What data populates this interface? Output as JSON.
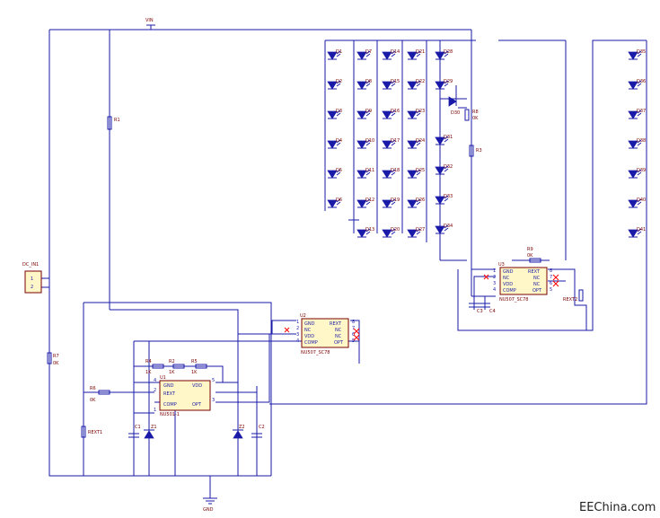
{
  "power": {
    "vin": "VIN",
    "gnd": "GND"
  },
  "connector": {
    "name": "DC_IN1",
    "pins": [
      "1",
      "2"
    ]
  },
  "resistors": {
    "r1": "R1",
    "r3": "R3",
    "r2": {
      "ref": "R2",
      "value": "1K"
    },
    "r4": {
      "ref": "R4",
      "value": "1K"
    },
    "r5": {
      "ref": "R5",
      "value": "1K"
    },
    "r6": {
      "ref": "R6",
      "value": "0K"
    },
    "r7": {
      "ref": "R7",
      "value": "0K"
    },
    "r8": {
      "ref": "R8",
      "value": "0K"
    },
    "r9": {
      "ref": "R9",
      "value": "0K"
    },
    "rext1": "REXT1",
    "rext2": "REXT2"
  },
  "capacitors": {
    "c1": "C1",
    "c2": "C2",
    "c3": "C3",
    "c4": "C4"
  },
  "zeners": {
    "z1": "Z1",
    "z2": "Z2"
  },
  "ic_u1": {
    "ref": "U1",
    "part": "NU501-1",
    "pins_left": [
      "GND",
      "REXT",
      "COMP"
    ],
    "pins_right": [
      "VDD",
      "OPT"
    ],
    "pin_nums_left": [
      "4",
      "2",
      "1"
    ],
    "pin_nums_right": [
      "5",
      "3"
    ]
  },
  "ic_u2": {
    "ref": "U2",
    "part": "NU507_SC78",
    "pins_left": [
      "GND",
      "NC",
      "VDD",
      "COMP"
    ],
    "pins_right": [
      "REXT",
      "NC",
      "NC",
      "OPT"
    ],
    "pin_nums_left": [
      "1",
      "2",
      "3",
      "4"
    ],
    "pin_nums_right": [
      "8",
      "7",
      "6",
      "5"
    ]
  },
  "ic_u3": {
    "ref": "U3",
    "part": "NU507_SC78",
    "pins_left": [
      "GND",
      "NC",
      "VDD",
      "COMP"
    ],
    "pins_right": [
      "REXT",
      "NC",
      "NC",
      "OPT"
    ],
    "pin_nums_left": [
      "1",
      "2",
      "3",
      "4"
    ],
    "pin_nums_right": [
      "8",
      "7",
      "6",
      "5"
    ]
  },
  "led_columns": [
    [
      "D1",
      "D2",
      "D3",
      "D4",
      "D5",
      "D6"
    ],
    [
      "D7",
      "D8",
      "D9",
      "D10",
      "D11",
      "D12",
      "D13"
    ],
    [
      "D14",
      "D15",
      "D16",
      "D17",
      "D18",
      "D19",
      "D20"
    ],
    [
      "D21",
      "D22",
      "D23",
      "D24",
      "D25",
      "D26",
      "D27"
    ],
    [
      "D28",
      "D29",
      "D31",
      "D32",
      "D33",
      "D34"
    ],
    [
      "D35",
      "D36",
      "D37",
      "D38",
      "D39",
      "D40",
      "D41"
    ]
  ],
  "extra_led": "D30",
  "watermark": "EEChina.com"
}
